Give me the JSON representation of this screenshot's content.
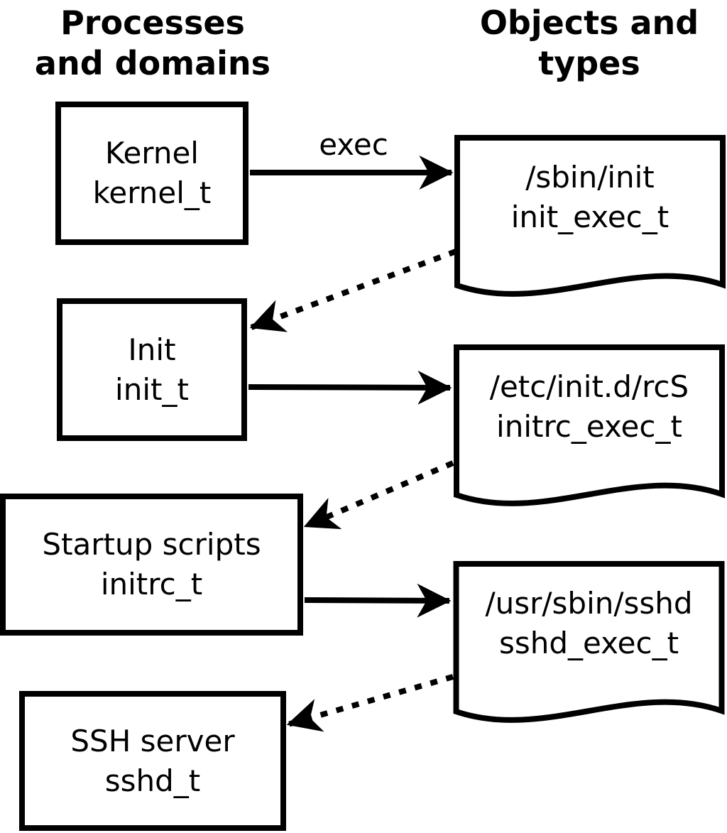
{
  "headers": {
    "left": {
      "line1": "Processes",
      "line2": "and domains"
    },
    "right": {
      "line1": "Objects and",
      "line2": "types"
    }
  },
  "processes": [
    {
      "name": "Kernel",
      "type": "kernel_t"
    },
    {
      "name": "Init",
      "type": "init_t"
    },
    {
      "name": "Startup scripts",
      "type": "initrc_t"
    },
    {
      "name": "SSH server",
      "type": "sshd_t"
    }
  ],
  "objects": [
    {
      "path": "/sbin/init",
      "type": "init_exec_t"
    },
    {
      "path": "/etc/init.d/rcS",
      "type": "initrc_exec_t"
    },
    {
      "path": "/usr/sbin/sshd",
      "type": "sshd_exec_t"
    }
  ],
  "labels": {
    "exec": "exec"
  },
  "edges": [
    {
      "from": "kernel_t",
      "to": "init_exec_t",
      "style": "solid",
      "label": "exec"
    },
    {
      "from": "init_exec_t",
      "to": "init_t",
      "style": "dotted",
      "label": ""
    },
    {
      "from": "init_t",
      "to": "initrc_exec_t",
      "style": "solid",
      "label": ""
    },
    {
      "from": "initrc_exec_t",
      "to": "initrc_t",
      "style": "dotted",
      "label": ""
    },
    {
      "from": "initrc_t",
      "to": "sshd_exec_t",
      "style": "solid",
      "label": ""
    },
    {
      "from": "sshd_exec_t",
      "to": "sshd_t",
      "style": "dotted",
      "label": ""
    }
  ],
  "colors": {
    "ink": "#000000",
    "paper": "#ffffff"
  }
}
